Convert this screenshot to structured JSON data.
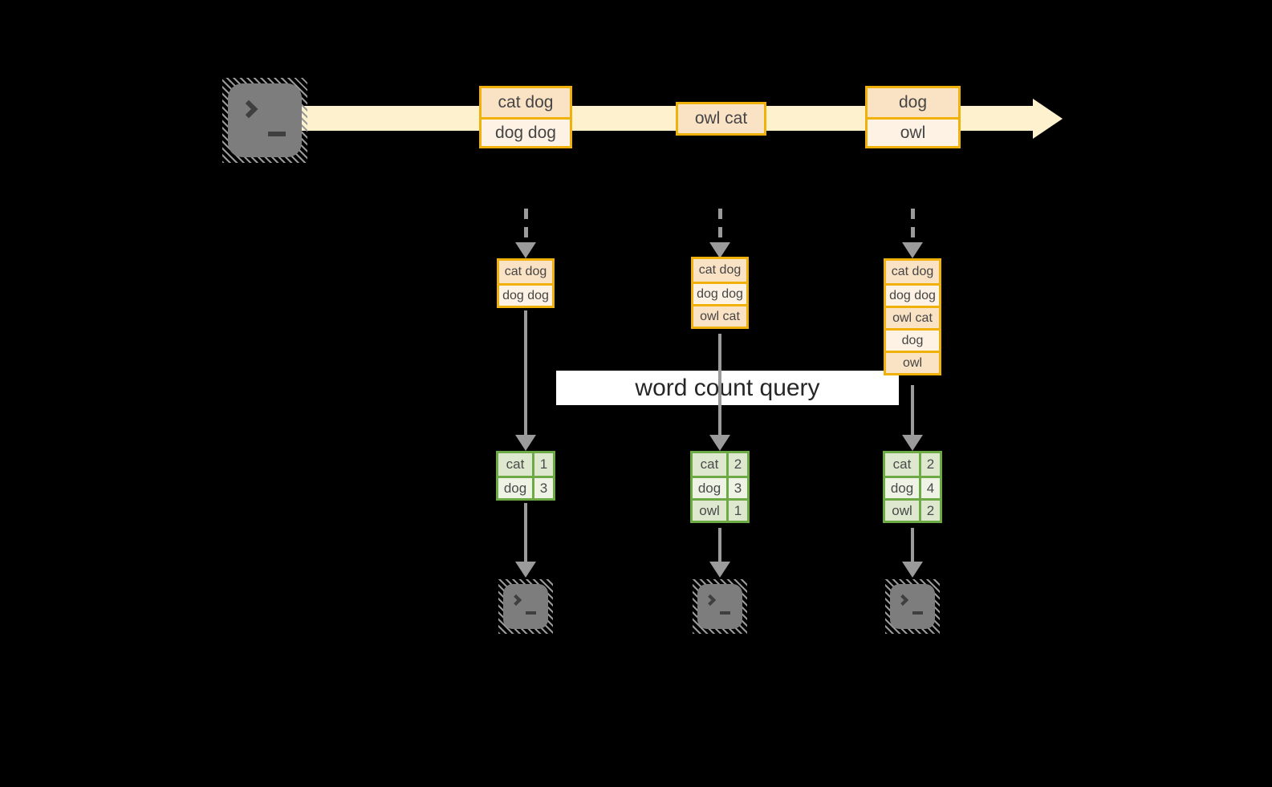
{
  "banner": {
    "label": "word count query"
  },
  "stream": {
    "events": [
      {
        "lines": [
          "cat dog",
          "dog dog"
        ]
      },
      {
        "lines": [
          "owl cat"
        ]
      },
      {
        "lines": [
          "dog",
          "owl"
        ]
      }
    ]
  },
  "snapshots": [
    {
      "buffer": [
        "cat dog",
        "dog dog"
      ],
      "counts": [
        {
          "word": "cat",
          "count": "1"
        },
        {
          "word": "dog",
          "count": "3"
        }
      ]
    },
    {
      "buffer": [
        "cat dog",
        "dog dog",
        "owl cat"
      ],
      "counts": [
        {
          "word": "cat",
          "count": "2"
        },
        {
          "word": "dog",
          "count": "3"
        },
        {
          "word": "owl",
          "count": "1"
        }
      ]
    },
    {
      "buffer": [
        "cat dog",
        "dog dog",
        "owl cat",
        "dog",
        "owl"
      ],
      "counts": [
        {
          "word": "cat",
          "count": "2"
        },
        {
          "word": "dog",
          "count": "4"
        },
        {
          "word": "owl",
          "count": "2"
        }
      ]
    }
  ],
  "icons": {
    "source": "terminal-icon",
    "sinks": [
      "terminal-icon",
      "terminal-icon",
      "terminal-icon"
    ]
  },
  "colors": {
    "background": "#000000",
    "stream_band": "#fdf1ce",
    "event_border": "#f0b20a",
    "event_fill_dark": "#fae2c5",
    "event_fill_light": "#fdf2e3",
    "table_border": "#6daa45",
    "table_fill_dark": "#dde8ce",
    "table_fill_light": "#eef3e6",
    "arrow_gray": "#9b9b9b",
    "terminal_gray": "#7d7d7d",
    "banner_bg": "#ffffff",
    "text": "#454545"
  }
}
